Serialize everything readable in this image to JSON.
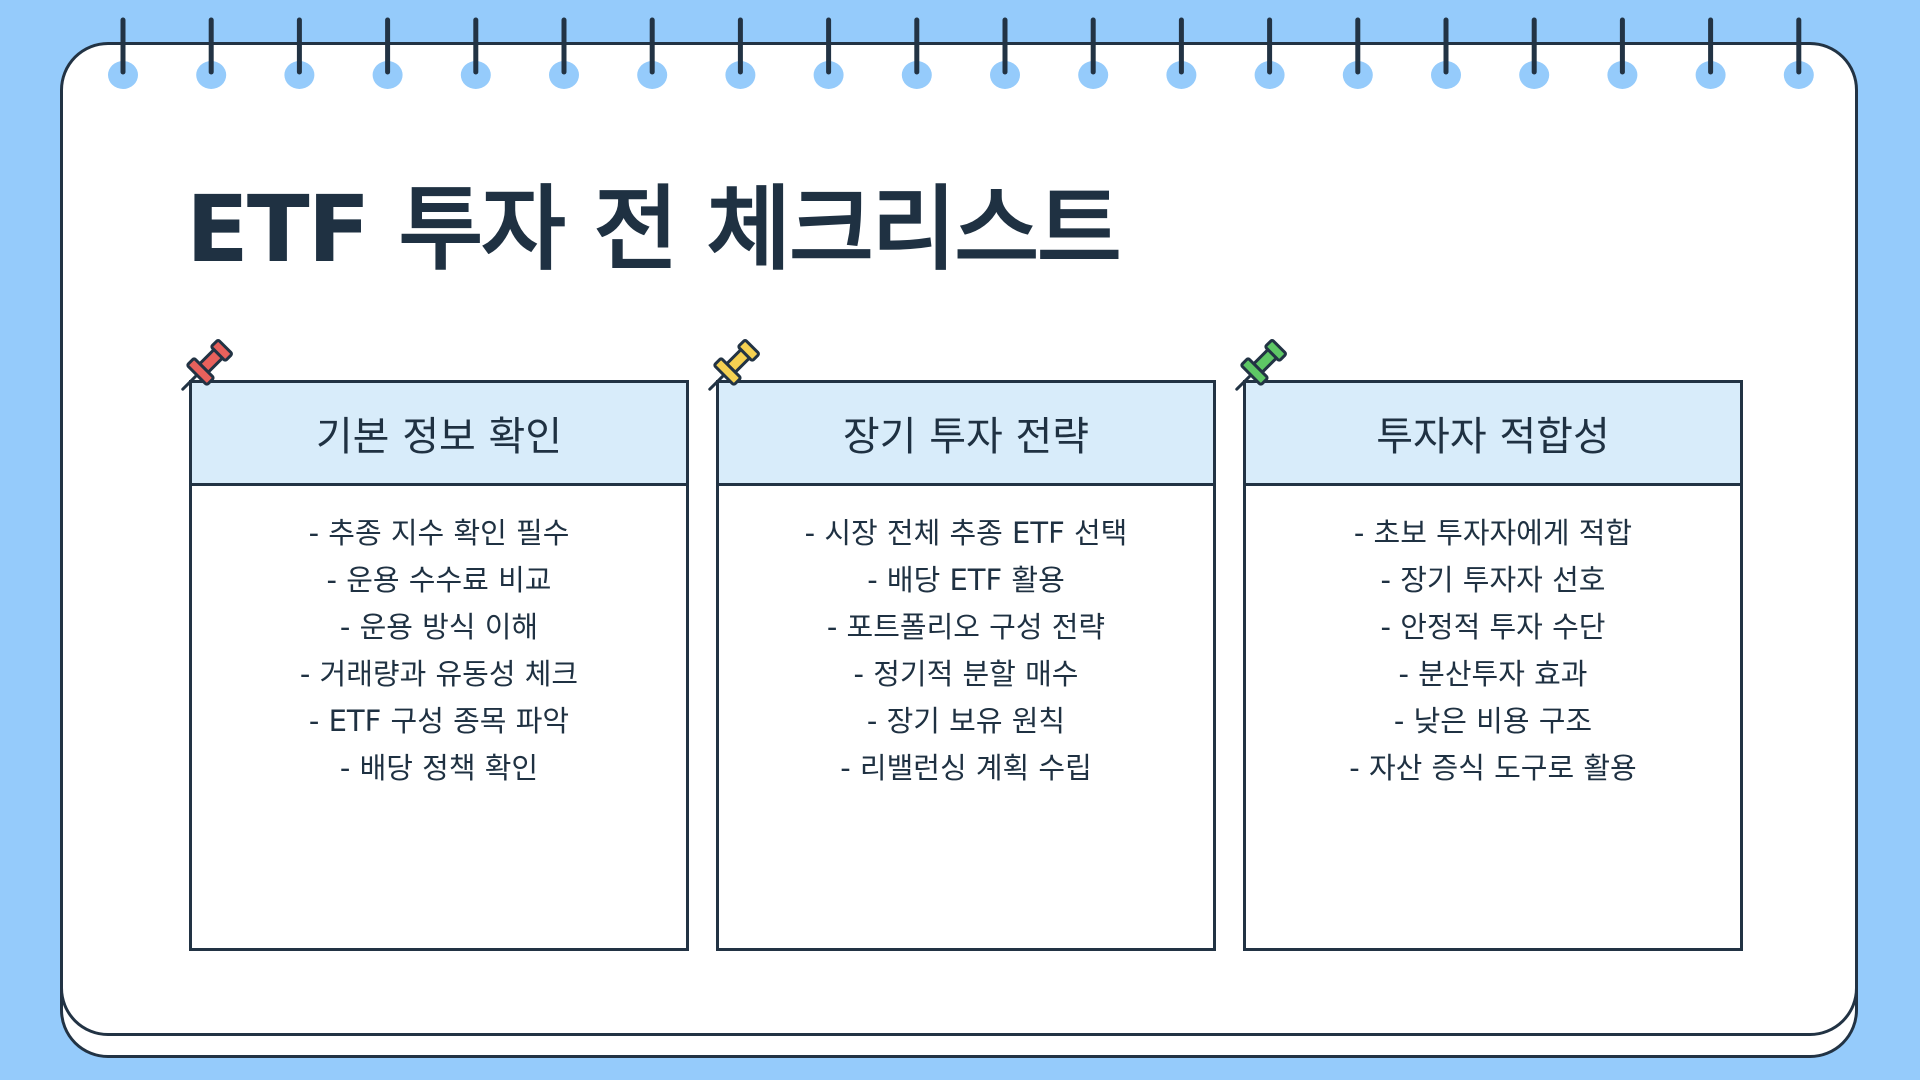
{
  "title": "ETF 투자 전 체크리스트",
  "cards": [
    {
      "header": "기본 정보 확인",
      "pin_color": "#e8615c",
      "items": [
        "- 추종 지수 확인 필수",
        "- 운용 수수료 비교",
        "- 운용 방식 이해",
        "- 거래량과 유동성 체크",
        "- ETF 구성 종목 파악",
        "- 배당 정책 확인"
      ]
    },
    {
      "header": "장기 투자 전략",
      "pin_color": "#f5d152",
      "items": [
        "- 시장 전체 추종 ETF 선택",
        "- 배당 ETF 활용",
        "- 포트폴리오 구성 전략",
        "- 정기적 분할 매수",
        "- 장기 보유 원칙",
        "- 리밸런싱 계획 수립"
      ]
    },
    {
      "header": "투자자 적합성",
      "pin_color": "#5ec765",
      "items": [
        "- 초보 투자자에게 적합",
        "- 장기 투자자 선호",
        "- 안정적 투자 수단",
        "- 분산투자 효과",
        "- 낮은 비용 구조",
        "- 자산 증식 도구로 활용"
      ]
    }
  ]
}
